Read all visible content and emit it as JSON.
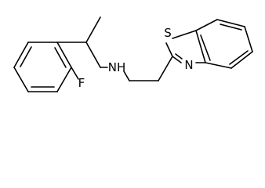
{
  "molecule": {
    "atoms": {
      "nh": "NH",
      "s": "S",
      "n": "N",
      "f": "F"
    }
  }
}
